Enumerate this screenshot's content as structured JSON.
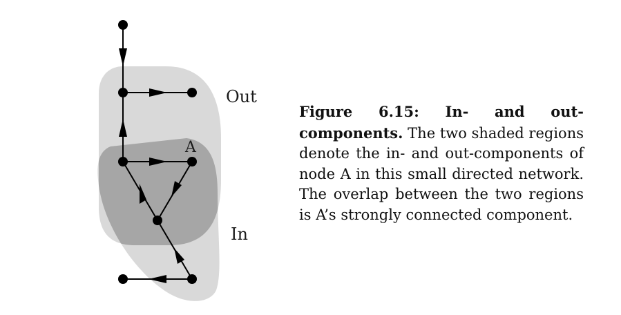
{
  "diagram": {
    "region_out_label": "Out",
    "region_in_label": "In",
    "node_label": "A",
    "colors": {
      "out_region": "#d9d9d9",
      "in_region": "#d9d9d9",
      "overlap": "#a6a6a6",
      "edge": "#000000",
      "node": "#000000"
    }
  },
  "caption": {
    "title": "Figure 6.15: In- and out-components.",
    "body": "The two shaded regions denote the in- and out-components of node A in this small directed network. The overlap between the two regions is A’s strongly connected component."
  }
}
